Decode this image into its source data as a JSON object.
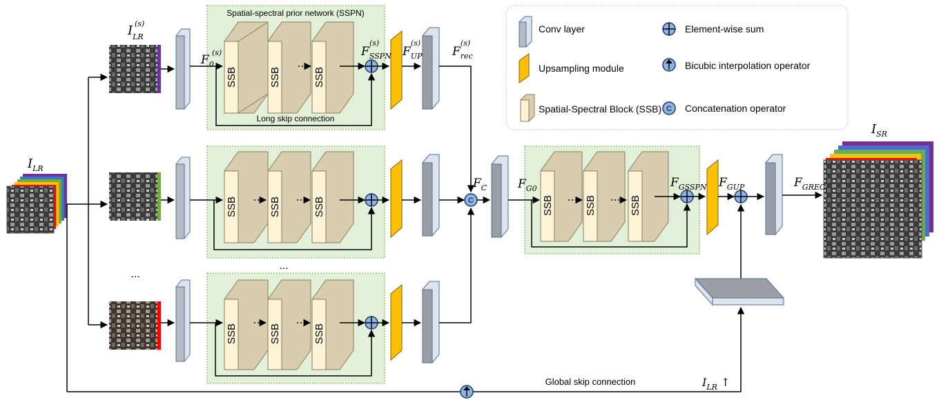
{
  "sspn_title": "Spatial-spectral prior network (SSPN)",
  "long_skip_label": "Long skip connection",
  "global_skip_label": "Global skip connection",
  "ssb_label": "SSB",
  "ellipsis": "...",
  "legend": {
    "conv_layer": "Conv layer",
    "upsampling": "Upsampling module",
    "ssb": "Spatial-Spectral Block (SSB)",
    "sum": "Element-wise sum",
    "bicubic": "Bicubic interpolation operator",
    "concat": "Concatenation operator"
  },
  "math": {
    "I_LR": {
      "base": "I",
      "sub": "LR"
    },
    "I_LR_s": {
      "base": "I",
      "sub": "LR",
      "sup": "(s)"
    },
    "F0_s": {
      "base": "F",
      "sub": "0",
      "sup": "(s)"
    },
    "F_SSPN_s": {
      "base": "F",
      "sub": "SSPN",
      "sup": "(s)"
    },
    "F_UP_s": {
      "base": "F",
      "sub": "UP",
      "sup": "(s)"
    },
    "F_rec_s": {
      "base": "F",
      "sub": "rec",
      "sup": "(s)"
    },
    "F_C": {
      "base": "F",
      "sub": "C"
    },
    "F_G0": {
      "base": "F",
      "sub": "G0"
    },
    "F_GSSPN": {
      "base": "F",
      "sub": "GSSPN"
    },
    "F_GUP": {
      "base": "F",
      "sub": "GUP"
    },
    "F_GREC": {
      "base": "F",
      "sub": "GREC"
    },
    "I_SR": {
      "base": "I",
      "sub": "SR"
    },
    "I_LR_up": {
      "base": "I",
      "sub": "LR",
      "suffix": " ↑"
    }
  },
  "colors": {
    "panel_green": "#e2efd9",
    "panel_border": "#6aa84f",
    "ssb_front": "#fdf3d7",
    "ssb_side": "#d9cdb0",
    "conv_front": "#b7bcc4",
    "conv_side": "#dde4ec",
    "upsample": "#ffc000",
    "op_fill": "#8fb4e3",
    "spectral_bands": [
      "#7030a0",
      "#4472c4",
      "#70ad47",
      "#ffc000",
      "#ff0000"
    ]
  }
}
